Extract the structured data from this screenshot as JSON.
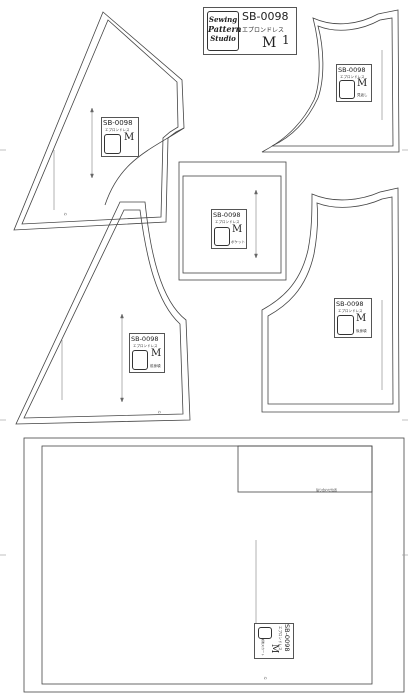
{
  "title_label": {
    "code": "SB-0098",
    "name": "エプロンドレス",
    "size": "M",
    "page": "1"
  },
  "logo": {
    "line1": "Sewing",
    "line2": "Pattern",
    "line3": "Studio"
  },
  "pieces": [
    {
      "id": "front-bodice-top",
      "code": "SB-0098",
      "name": "エプロンドレス",
      "size": "M",
      "part": ""
    },
    {
      "id": "back-bodice-top",
      "code": "SB-0098",
      "name": "エプロンドレス",
      "size": "M",
      "part": "見返し"
    },
    {
      "id": "pocket",
      "code": "SB-0098",
      "name": "エプロンドレス",
      "size": "M",
      "part": "ポケット"
    },
    {
      "id": "front-bodice-bottom",
      "code": "SB-0098",
      "name": "エプロンドレス",
      "size": "M",
      "part": "前身頃"
    },
    {
      "id": "back-bodice-bottom",
      "code": "SB-0098",
      "name": "エプロンドレス",
      "size": "M",
      "part": "後身頃"
    },
    {
      "id": "skirt",
      "code": "SB-0098",
      "name": "エプロンドレス",
      "size": "M",
      "part": "前後スカート"
    }
  ],
  "marks": {
    "fold": "わ",
    "join": "貼り合わせ位置"
  }
}
